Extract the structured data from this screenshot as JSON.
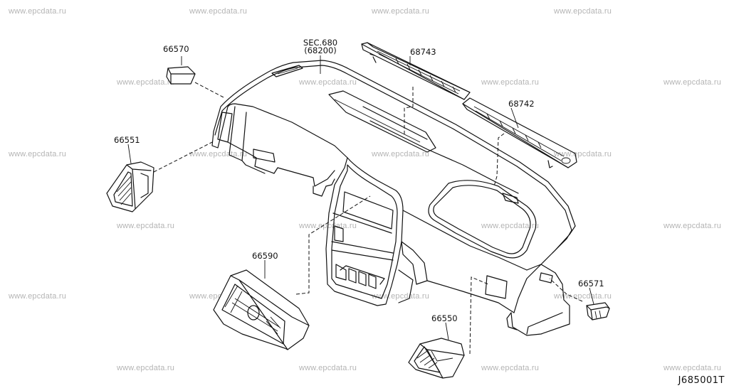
{
  "watermark": "www.epcdata.ru",
  "labels": {
    "p66570": "66570",
    "sec_line1": "SEC.680",
    "sec_line2": "(68200)",
    "p68743": "68743",
    "p68742": "68742",
    "p66551": "66551",
    "p66590": "66590",
    "p66571": "66571",
    "p66550": "66550"
  },
  "diagram_code": "J685001T"
}
